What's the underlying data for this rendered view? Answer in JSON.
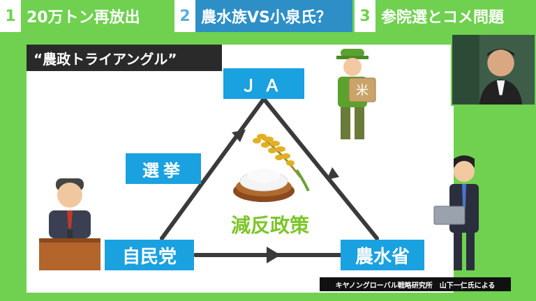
{
  "tabs": [
    {
      "num": "1",
      "label": "20万トン再放出"
    },
    {
      "num": "2",
      "label": "農水族VS小泉氏？"
    },
    {
      "num": "3",
      "label": "参院選とコメ問題"
    }
  ],
  "diagram": {
    "title": "“農政トライアングル”",
    "nodes": {
      "ja": "ＪＡ",
      "senkyo": "選挙",
      "jimin": "自民党",
      "nousui": "農水省"
    },
    "center_label": "減反政策",
    "credit": "キヤノングローバル戦略研究所　山下一仁氏による"
  },
  "colors": {
    "green": "#6fd14f",
    "blue": "#1aa1e0",
    "dark": "#2a2a2a",
    "gentan_green": "#7cc528"
  }
}
